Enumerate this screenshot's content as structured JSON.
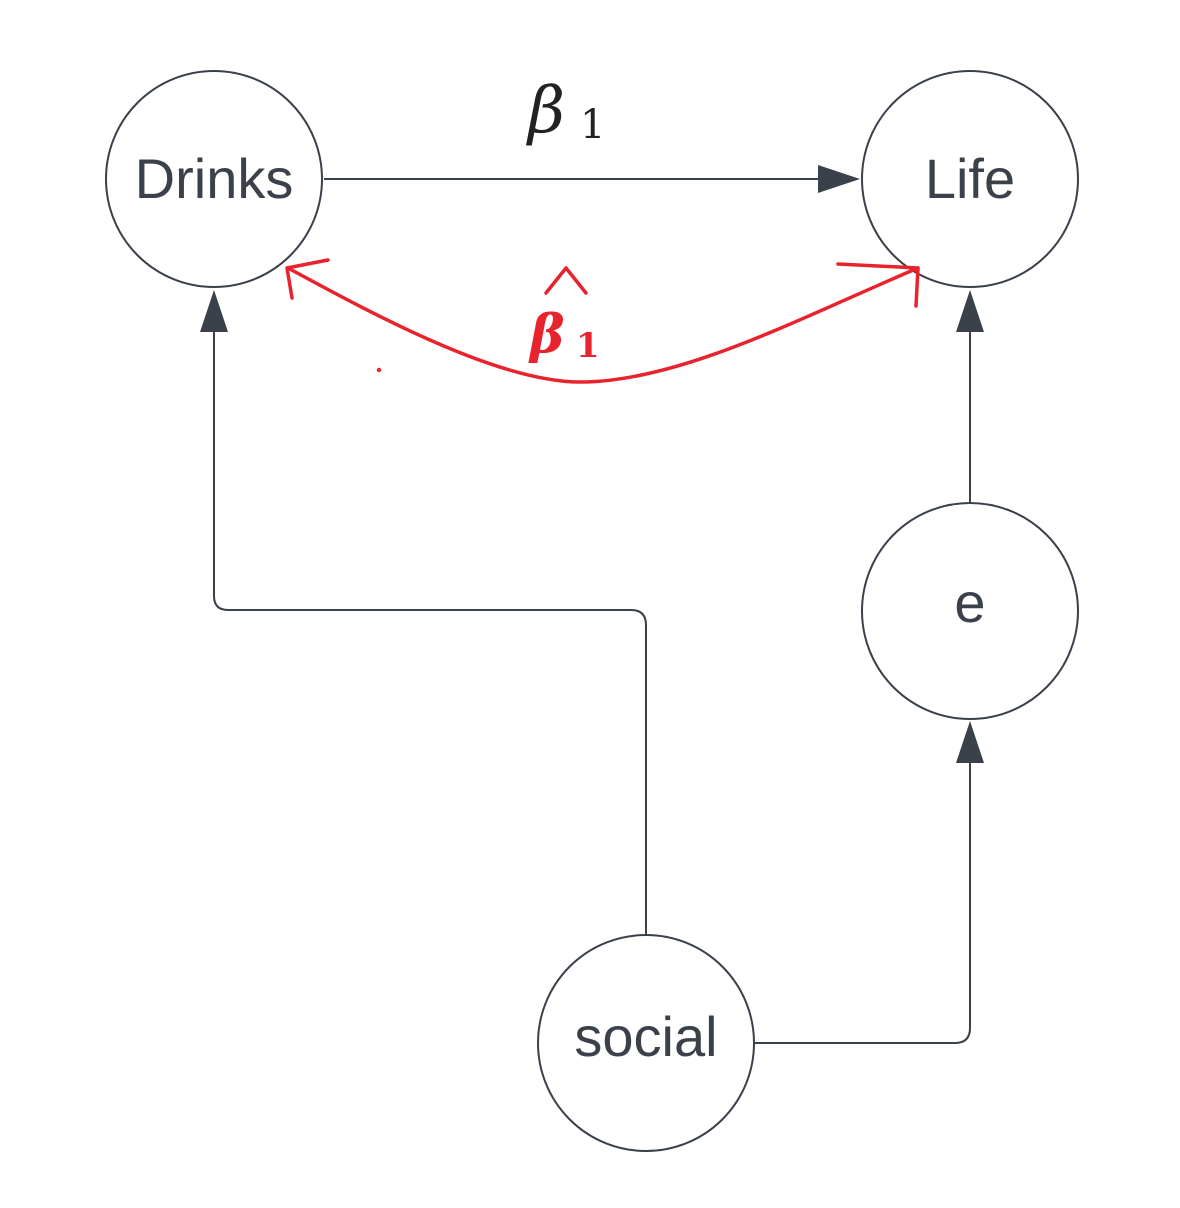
{
  "nodes": {
    "drinks": "Drinks",
    "life": "Life",
    "e": "e",
    "social": "social"
  },
  "labels": {
    "beta_symbol": "β",
    "beta_subscript": "1",
    "beta_hat_symbol": "β",
    "beta_hat_subscript": "1"
  },
  "colors": {
    "node_stroke": "#3a414a",
    "annotation_red": "#e8232d"
  }
}
